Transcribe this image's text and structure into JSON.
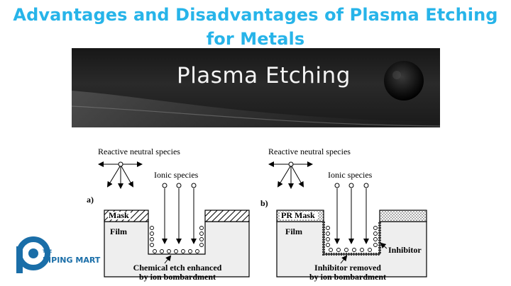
{
  "title": "Advantages and Disadvantages of Plasma Etching for Metals",
  "banner": {
    "text": "Plasma Etching"
  },
  "panel_a": {
    "tag": "a)",
    "reactive_label": "Reactive neutral species",
    "ionic_label": "Ionic species",
    "mask_label": "Mask",
    "film_label": "Film",
    "caption_line1": "Chemical etch enhanced",
    "caption_line2": "by ion bombardment"
  },
  "panel_b": {
    "tag": "b)",
    "reactive_label": "Reactive neutral species",
    "ionic_label": "Ionic species",
    "mask_label": "PR Mask",
    "film_label": "Film",
    "inhibitor_label": "Inhibitor",
    "caption_line1": "Inhibitor removed",
    "caption_line2": "by ion bombardment"
  },
  "logo": {
    "small": "THE",
    "name": "PIPING MART"
  },
  "colors": {
    "title": "#27b4e9",
    "logo": "#1a6ea8",
    "banner": "#1e1e1e"
  }
}
